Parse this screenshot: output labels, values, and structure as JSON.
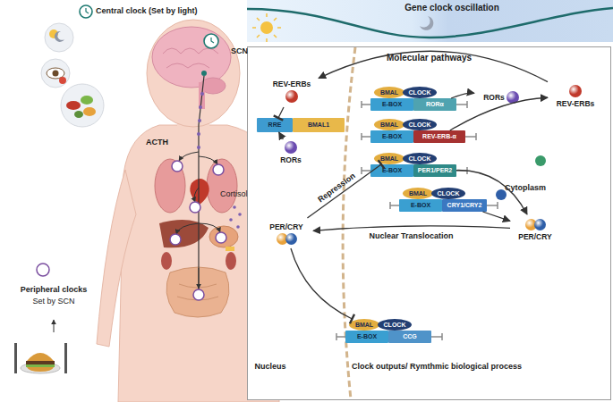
{
  "diagram": {
    "nodes": [
      {
        "text": [
          "Molecular pathways"
        ]
      },
      {
        "text": [
          "REV-ERBs"
        ],
        "in": 0
      },
      {
        "text": [
          "RRE"
        ],
        "in": 0
      },
      {
        "text": [
          "BMAL1"
        ],
        "in": 0
      },
      {
        "text": [
          "RORs"
        ],
        "in": 0
      },
      {
        "text": [
          "BMAL"
        ],
        "in": 0
      },
      {
        "text": [
          "CLOCK"
        ],
        "in": 0
      },
      {
        "text": [
          "E-BOX"
        ],
        "in": 0
      },
      {
        "text": [
          "RORα"
        ],
        "in": 0
      },
      {
        "text": [
          "RORs"
        ],
        "in": 0
      },
      {
        "text": [
          "REV-ERBs"
        ],
        "in": 0
      },
      {
        "text": [
          "BMAL"
        ],
        "in": 0
      },
      {
        "text": [
          "CLOCK"
        ],
        "in": 0
      },
      {
        "text": [
          "E-BOX"
        ],
        "in": 0
      },
      {
        "text": [
          "REV-ERB-α"
        ],
        "in": 0
      },
      {
        "text": [
          "PER/CRY"
        ],
        "in": 0
      },
      {
        "text": [
          "BMAL"
        ],
        "in": 0
      },
      {
        "text": [
          "CLOCK"
        ],
        "in": 0
      },
      {
        "text": [
          "E-BOX"
        ],
        "in": 0
      },
      {
        "text": [
          "PER1/PER2"
        ],
        "in": 0
      },
      {
        "text": [
          "BMAL"
        ],
        "in": 0
      },
      {
        "text": [
          "CLOCK"
        ],
        "in": 0
      },
      {
        "text": [
          "E-BOX"
        ],
        "in": 0
      },
      {
        "text": [
          "CRY1/CRY2"
        ],
        "in": 0
      },
      {
        "text": [
          "PER/CRY"
        ],
        "in": 0
      },
      {
        "text": [
          "BMAL"
        ],
        "in": 0
      },
      {
        "text": [
          "CLOCK"
        ],
        "in": 0
      },
      {
        "text": [
          "E-BOX"
        ],
        "in": 0
      },
      {
        "text": [
          "CCG"
        ],
        "in": 0
      }
    ],
    "edges": [
      {
        "from": 10,
        "to": 1,
        "arrow": "to"
      },
      {
        "from": 1,
        "to": 2,
        "arrow": "to"
      },
      {
        "from": 4,
        "to": 2,
        "arrow": "to"
      },
      {
        "from": 8,
        "to": 9,
        "arrow": "to"
      },
      {
        "from": 14,
        "to": 10,
        "arrow": "to"
      },
      {
        "from": 19,
        "to": 24,
        "arrow": "to"
      },
      {
        "from": 23,
        "to": 24,
        "arrow": "to"
      },
      {
        "from": 24,
        "to": 15,
        "label": "Nuclear Translocation",
        "arrow": "to"
      },
      {
        "from": 15,
        "to": 16,
        "label": "Repression",
        "arrow": "to"
      },
      {
        "from": 15,
        "to": 25,
        "arrow": "to"
      }
    ],
    "labels": [
      "Central clock (Set by light)",
      "SCN",
      "ACTH",
      "Cortisol",
      "Peripheral clocks",
      "Set by SCN",
      "Gene clock oscillation",
      "Cytoplasm",
      "Nucleus",
      "Clock outputs/ Rymthmic biological process"
    ]
  }
}
